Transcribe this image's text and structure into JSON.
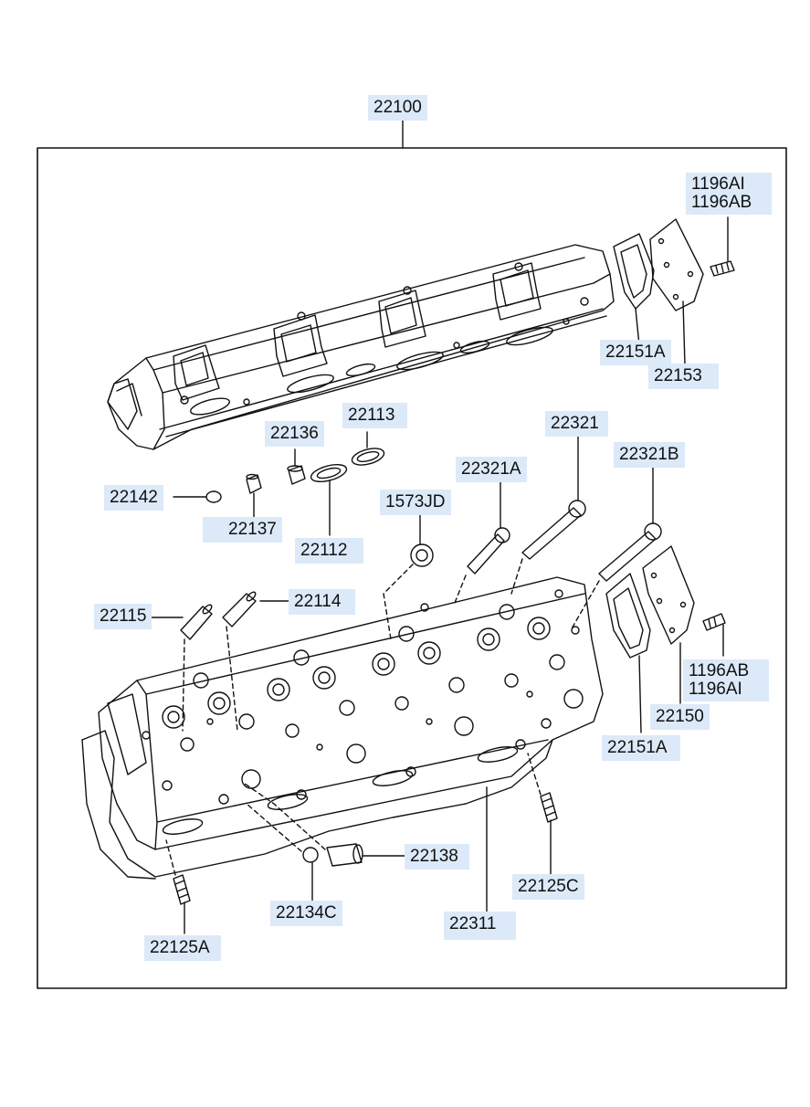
{
  "parts": {
    "assembly": "22100",
    "p1196ai_top": "1196AI",
    "p1196ab_top": "1196AB",
    "p22151a_top": "22151A",
    "p22153": "22153",
    "p22113": "22113",
    "p22136": "22136",
    "p22321": "22321",
    "p22321b": "22321B",
    "p22321a": "22321A",
    "p22142": "22142",
    "p1573jd": "1573JD",
    "p22137": "22137",
    "p22112": "22112",
    "p22115": "22115",
    "p22114": "22114",
    "p1196ab_bot": "1196AB",
    "p1196ai_bot": "1196AI",
    "p22150": "22150",
    "p22151a_bot": "22151A",
    "p22138": "22138",
    "p22125c": "22125C",
    "p22134c": "22134C",
    "p22311": "22311",
    "p22125a": "22125A"
  },
  "colors": {
    "label_bg": "#dce9f8",
    "line": "#111111"
  }
}
